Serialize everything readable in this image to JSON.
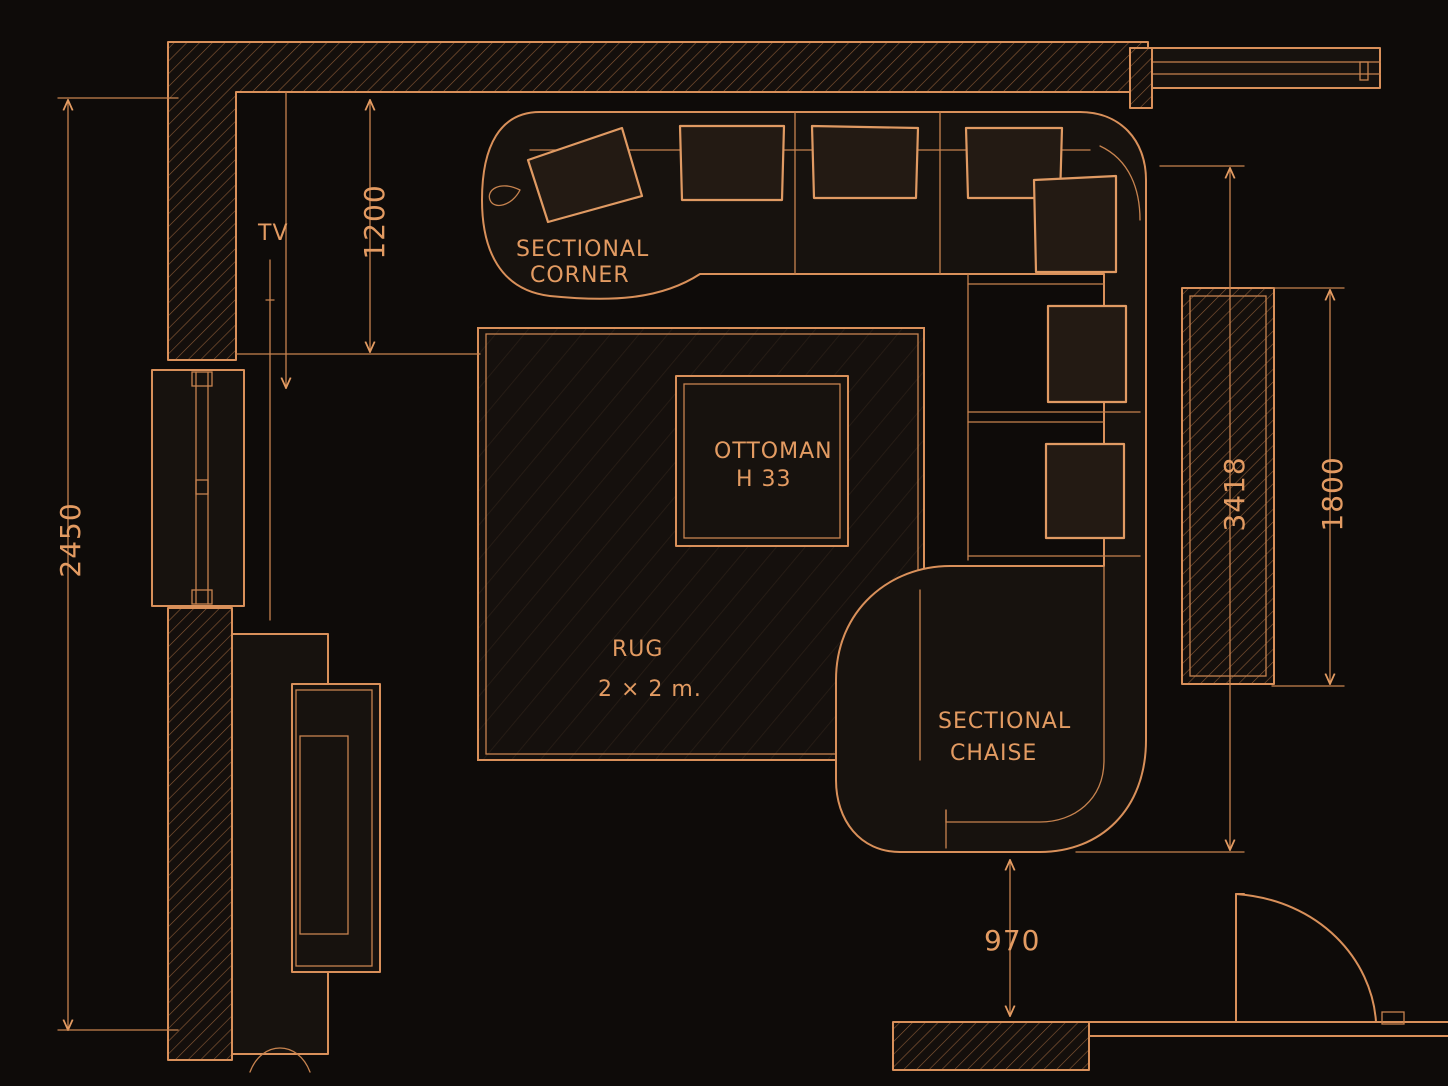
{
  "labels": {
    "tv": "TV",
    "sectional_corner_line1": "SECTIONAL",
    "sectional_corner_line2": "CORNER",
    "ottoman_line1": "OTTOMAN",
    "ottoman_line2": "H 33",
    "rug_line1": "RUG",
    "rug_line2": "2 × 2 m.",
    "sectional_chaise_line1": "SECTIONAL",
    "sectional_chaise_line2": "CHAISE"
  },
  "dimensions": {
    "room_height": "2450",
    "tv_wall": "1200",
    "sofa_depth": "3418",
    "console_length": "1800",
    "walkway": "970"
  },
  "colors": {
    "background": "#0e0b09",
    "line": "#d9905a",
    "text": "#e39b62"
  }
}
